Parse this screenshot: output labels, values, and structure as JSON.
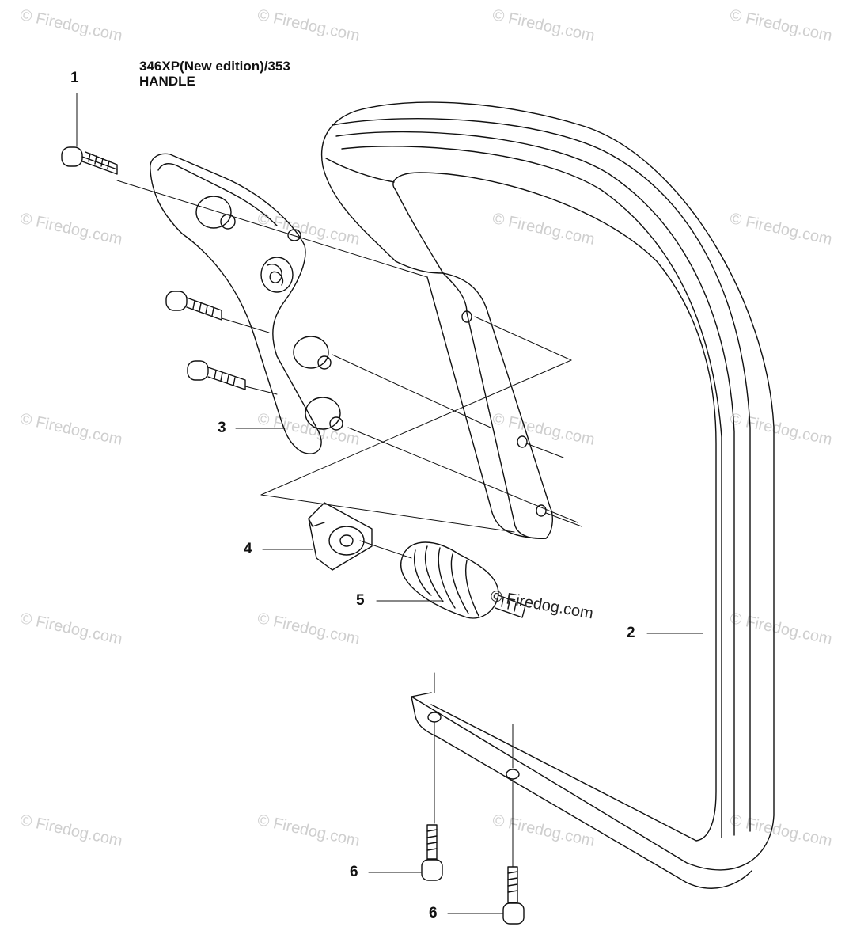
{
  "title": {
    "model": "346XP(New edition)/353",
    "section": "HANDLE"
  },
  "callouts": [
    "1",
    "2",
    "3",
    "4",
    "5",
    "6",
    "6"
  ],
  "watermark": "© Firedog.com"
}
